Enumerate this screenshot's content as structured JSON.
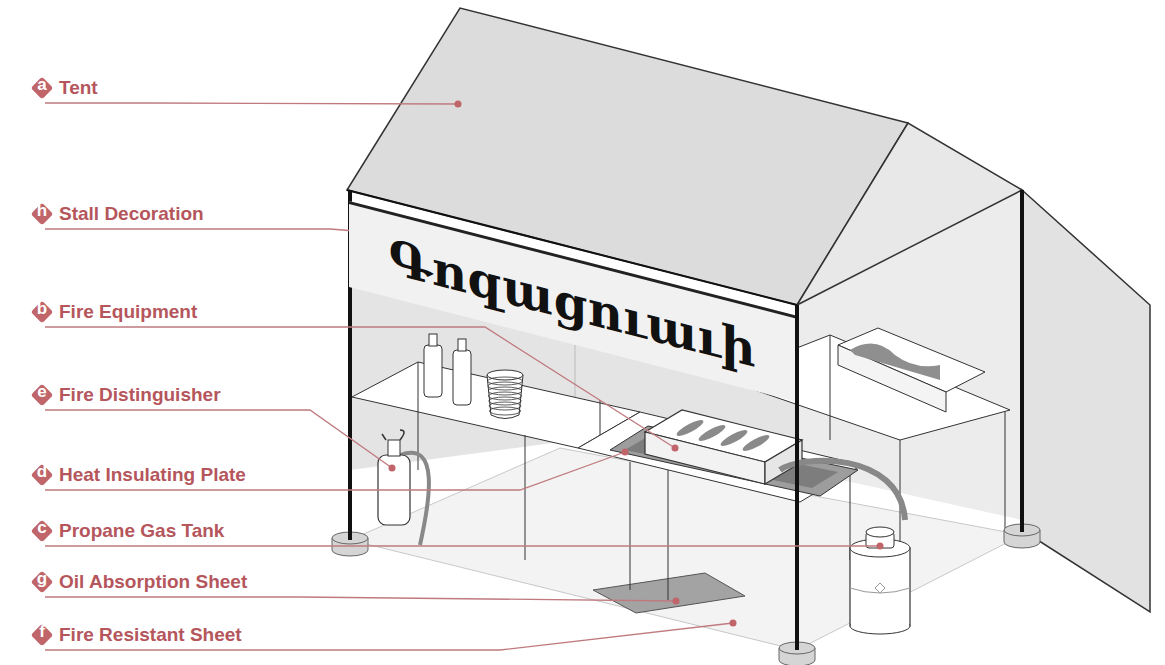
{
  "diagram": {
    "nodes": [
      {
        "text": [
          "a",
          "Tent"
        ]
      },
      {
        "text": [
          "h",
          "Stall Decoration"
        ]
      },
      {
        "text": [
          "b",
          "Fire Equipment"
        ]
      },
      {
        "text": [
          "e",
          "Fire Distinguisher"
        ]
      },
      {
        "text": [
          "d",
          "Heat Insulating Plate"
        ]
      },
      {
        "text": [
          "c",
          "Propane Gas Tank"
        ]
      },
      {
        "text": [
          "g",
          "Oil Absorption Sheet"
        ]
      },
      {
        "text": [
          "f",
          "Fire Resistant Sheet"
        ]
      },
      {
        "text": [
          "Գոզացուաւի"
        ]
      }
    ]
  }
}
